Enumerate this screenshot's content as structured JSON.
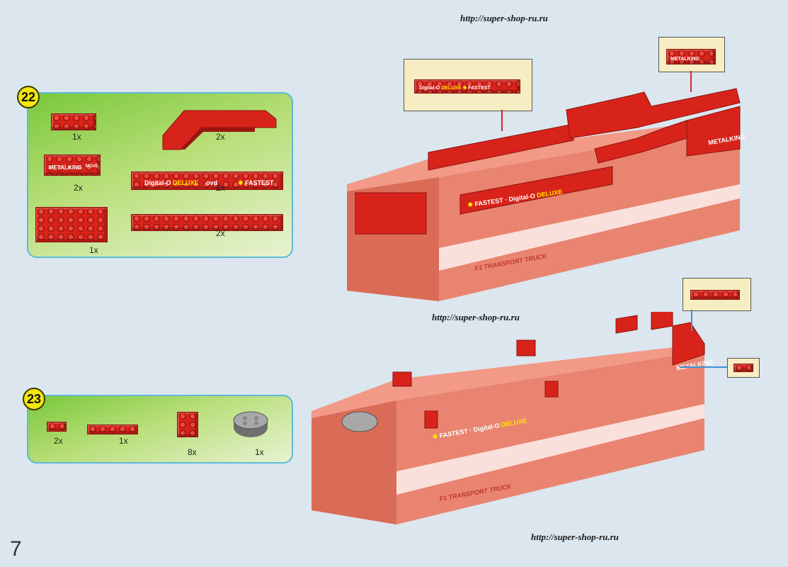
{
  "urls": [
    "http://super-shop-ru.ru",
    "http://super-shop-ru.ru",
    "http://super-shop-ru.ru"
  ],
  "page_number": "7",
  "step22": {
    "number": "22",
    "quantities": [
      "1x",
      "2x",
      "2x",
      "2x",
      "1x",
      "2x"
    ],
    "print_labels": {
      "metalking": "METALKING",
      "move": "MOVE",
      "digital": "Digital-O",
      "deluxe": "DELUXE",
      "fastest": "FASTEST",
      "ovd": "ovd"
    }
  },
  "step23": {
    "number": "23",
    "quantities": [
      "2x",
      "1x",
      "8x",
      "1x"
    ]
  },
  "truck_prints": {
    "title": "F1 TRANSPORT TRUCK",
    "metalking": "METALKING",
    "digital": "Digital-O",
    "deluxe": "DELUXE",
    "fastest": "FASTEST"
  },
  "colors": {
    "brick_red": "#d8231b",
    "panel_border": "#5fb9d8",
    "badge_yellow": "#f4e60e",
    "callout_bg": "#f6edc3"
  }
}
